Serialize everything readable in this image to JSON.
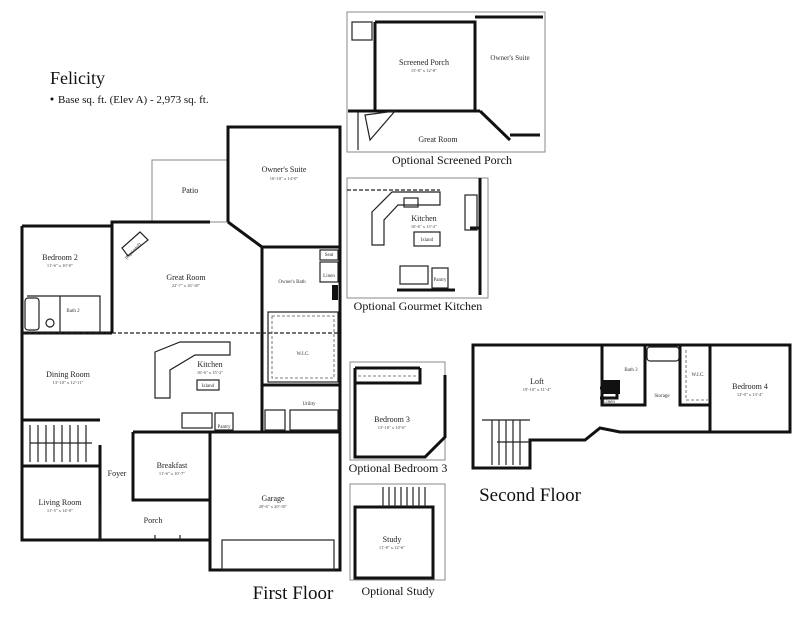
{
  "title": "Felicity",
  "subtitle": "Base sq. ft. (Elev A) - 2,973 sq. ft.",
  "first_floor": {
    "label": "First Floor",
    "rooms": {
      "patio": {
        "name": "Patio"
      },
      "owners_suite": {
        "name": "Owner's Suite",
        "dim": "16'-10\" x 14'-0\""
      },
      "bedroom2": {
        "name": "Bedroom 2",
        "dim": "11'-6\" x 10'-0\""
      },
      "great_room": {
        "name": "Great Room",
        "dim": "22'-7\" x 16'-10\""
      },
      "owners_bath": {
        "name": "Owner's Bath"
      },
      "seat": {
        "name": "Seat"
      },
      "linen": {
        "name": "Linen"
      },
      "bath2": {
        "name": "Bath 2"
      },
      "wic": {
        "name": "W.I.C."
      },
      "dining_room": {
        "name": "Dining Room",
        "dim": "13'-10\" x 12'-11\""
      },
      "kitchen": {
        "name": "Kitchen",
        "dim": "16'-6\" x 15'-2\""
      },
      "island": {
        "name": "Island"
      },
      "pantry": {
        "name": "Pantry"
      },
      "utility": {
        "name": "Utility"
      },
      "foyer": {
        "name": "Foyer"
      },
      "breakfast": {
        "name": "Breakfast",
        "dim": "11'-6\" x 10'-7\""
      },
      "living_room": {
        "name": "Living Room",
        "dim": "11'-5\" x 14'-0\""
      },
      "porch": {
        "name": "Porch"
      },
      "garage": {
        "name": "Garage",
        "dim": "20'-6\" x 20'-10\""
      },
      "fireplace": {
        "name": "(Optional)"
      }
    }
  },
  "optional_screened_porch": {
    "caption": "Optional Screened Porch",
    "screened_porch": {
      "name": "Screened Porch",
      "dim": "15'-8\" x 12'-8\""
    },
    "owners_suite": {
      "name": "Owner's Suite"
    },
    "great_room": {
      "name": "Great Room"
    }
  },
  "optional_gourmet_kitchen": {
    "caption": "Optional Gourmet Kitchen",
    "kitchen": {
      "name": "Kitchen",
      "dim": "16'-6\" x 15'-2\""
    },
    "island": {
      "name": "Island"
    },
    "pantry": {
      "name": "Pantry"
    }
  },
  "optional_bedroom3": {
    "caption": "Optional Bedroom 3",
    "bedroom3": {
      "name": "Bedroom 3",
      "dim": "13'-10\" x 10'-6\""
    }
  },
  "optional_study": {
    "caption": "Optional Study",
    "study": {
      "name": "Study",
      "dim": "11'-8\" x 12'-6\""
    }
  },
  "second_floor": {
    "label": "Second Floor",
    "loft": {
      "name": "Loft",
      "dim": "19'-10\" x 11'-4\""
    },
    "bath3": {
      "name": "Bath 3"
    },
    "linen": {
      "name": "Linen"
    },
    "storage": {
      "name": "Storage"
    },
    "wic": {
      "name": "W.I.C."
    },
    "bedroom4": {
      "name": "Bedroom 4",
      "dim": "12'-0\" x 13'-4\""
    }
  }
}
